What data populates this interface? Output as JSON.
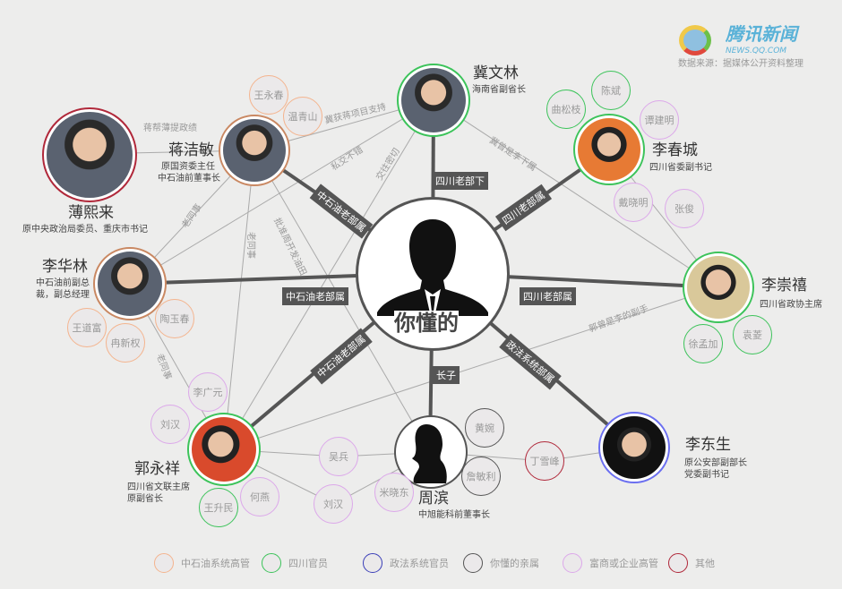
{
  "logo": {
    "brand": "腾讯新闻",
    "url_text": "NEWS.QQ.COM"
  },
  "source": "数据来源：据媒体公开资料整理",
  "center": {
    "name": "你懂的"
  },
  "people": {
    "bo": {
      "name": "薄熙来",
      "desc": [
        "原中央政治局委员、重庆市书记"
      ]
    },
    "jiang": {
      "name": "蒋洁敏",
      "desc": [
        "原国资委主任",
        "中石油前董事长"
      ]
    },
    "ji": {
      "name": "冀文林",
      "desc": [
        "海南省副省长"
      ]
    },
    "lcc": {
      "name": "李春城",
      "desc": [
        "四川省委副书记"
      ]
    },
    "lcx": {
      "name": "李崇禧",
      "desc": [
        "四川省政协主席"
      ]
    },
    "lhl": {
      "name": "李华林",
      "desc": [
        "中石油前副总",
        "裁，副总经理"
      ]
    },
    "guo": {
      "name": "郭永祥",
      "desc": [
        "四川省文联主席",
        "原副省长"
      ]
    },
    "zhou": {
      "name": "周滨",
      "desc": [
        "中旭能科前董事长"
      ]
    },
    "lds": {
      "name": "李东生",
      "desc": [
        "原公安部副部长",
        "党委副书记"
      ]
    }
  },
  "minor": [
    "王永春",
    "温青山",
    "曲松枝",
    "陈斌",
    "谭建明",
    "戴晓明",
    "张俊",
    "徐孟加",
    "袁菱",
    "王道富",
    "冉新权",
    "陶玉春",
    "李广元",
    "刘汉",
    "王升民",
    "何燕",
    "吴兵",
    "刘汉",
    "米晓东",
    "黄婉",
    "詹敏利",
    "丁雪峰"
  ],
  "tags": {
    "ji": "四川老部下",
    "lcc": "四川老部属",
    "lcx": "四川老部属",
    "jiang": "中石油老部属",
    "lhl": "中石油老部属",
    "guo": "中石油老部属",
    "zhou": "长子",
    "lds": "政法系统部属"
  },
  "relations": {
    "bo_jiang": "蒋帮薄提政绩",
    "jiang_ji": "冀获蒋项目支持",
    "ji_lhl": "私交不错",
    "ji_guo": "交往密切",
    "ji_lcx": "冀曾是李下属",
    "jiang_lhl": "老同事",
    "jiang_guo": "老同事",
    "jiang_zhou": "批准周开发油田",
    "lhl_guo": "老同事",
    "guo_lcx": "郭曾是李的副手"
  },
  "legend": [
    {
      "label": "中石油系统高管",
      "color": "#f4b48e"
    },
    {
      "label": "四川官员",
      "color": "#3cc35a"
    },
    {
      "label": "政法系统官员",
      "color": "#3b3fb8"
    },
    {
      "label": "你懂的亲属",
      "color": "#555555"
    },
    {
      "label": "富商或企业高管",
      "color": "#dca8ea"
    },
    {
      "label": "其他",
      "color": "#b0283a"
    }
  ]
}
